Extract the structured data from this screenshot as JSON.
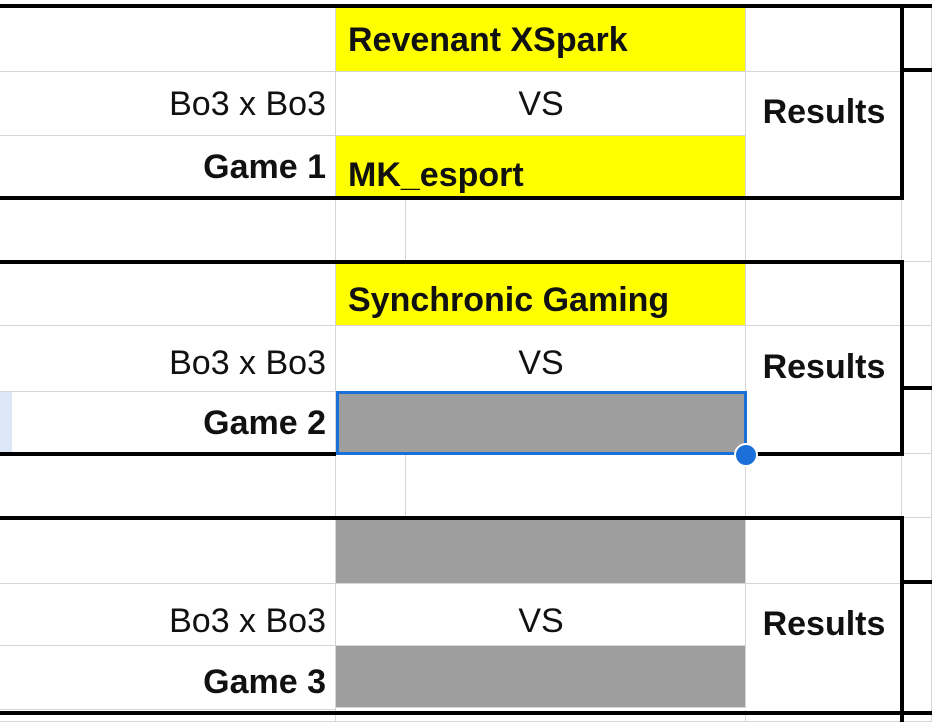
{
  "sheet": {
    "selection_color": "#1a6fd8",
    "highlight_color": "#ffff00",
    "empty_slot_color": "#9e9e9e"
  },
  "matches": [
    {
      "format": "Bo3 x Bo3",
      "game": "Game 1",
      "vs": "VS",
      "results": "Results",
      "team_a": "Revenant XSpark",
      "team_b": "MK_esport"
    },
    {
      "format": "Bo3 x Bo3",
      "game": "Game 2",
      "vs": "VS",
      "results": "Results",
      "team_a": "Synchronic Gaming",
      "team_b": ""
    },
    {
      "format": "Bo3 x Bo3",
      "game": "Game 3",
      "vs": "VS",
      "results": "Results",
      "team_a": "",
      "team_b": ""
    }
  ]
}
